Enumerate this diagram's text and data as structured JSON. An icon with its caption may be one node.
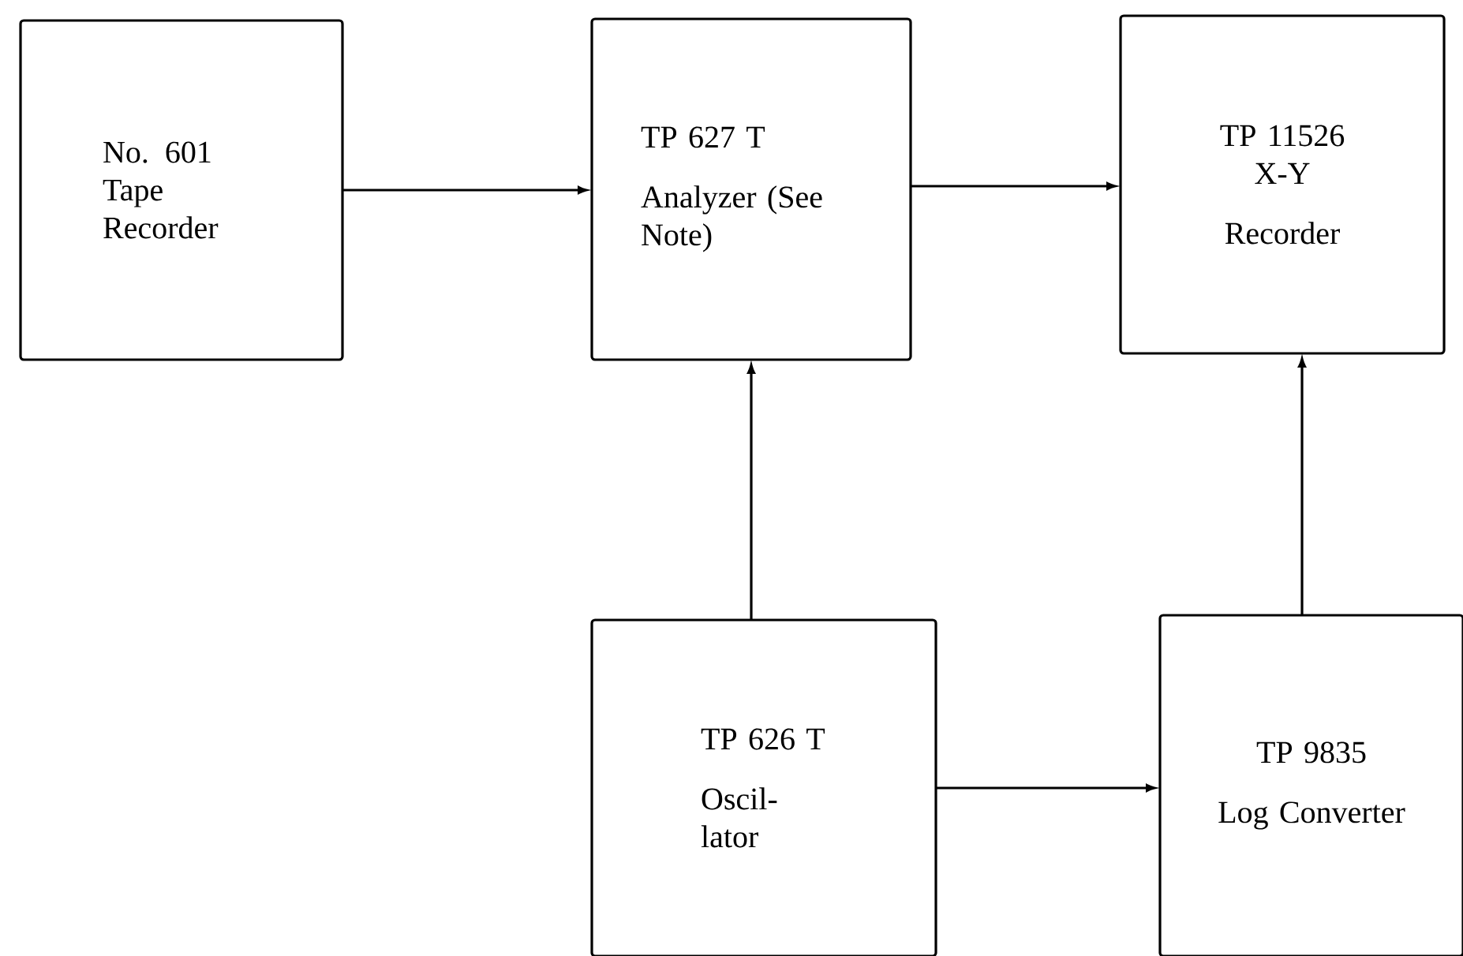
{
  "diagram": {
    "nodes": [
      {
        "text": [
          "No. 601 Tape Recorder"
        ]
      },
      {
        "text": [
          "TP 627 T",
          "Analyzer (See Note)"
        ]
      },
      {
        "text": [
          "TP 11526 X-Y",
          "Recorder"
        ]
      },
      {
        "text": [
          "TP 626 T",
          "Oscil- lator"
        ]
      },
      {
        "text": [
          "TP 9835",
          "Log Converter"
        ]
      }
    ],
    "edges": [
      {
        "from": 0,
        "to": 1,
        "arrow": "to"
      },
      {
        "from": 1,
        "to": 2,
        "arrow": "to"
      },
      {
        "from": 3,
        "to": 1,
        "arrow": "to"
      },
      {
        "from": 4,
        "to": 2,
        "arrow": "to"
      },
      {
        "from": 3,
        "to": 4,
        "arrow": "to"
      }
    ]
  }
}
